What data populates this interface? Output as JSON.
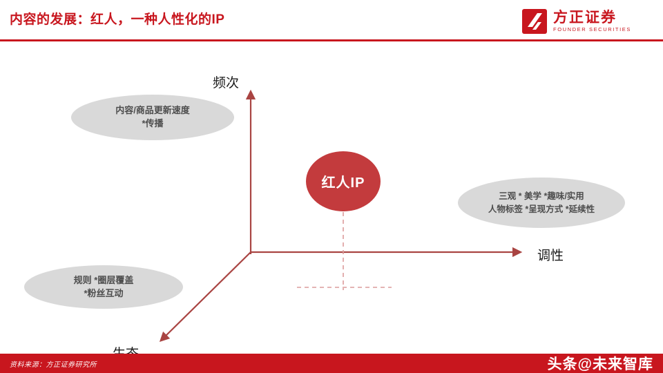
{
  "header": {
    "title": "内容的发展：红人，一种人性化的IP",
    "logo": {
      "name": "方正证券",
      "subtitle": "FOUNDER SECURITIES"
    }
  },
  "diagram": {
    "axes": {
      "vertical_label": "频次",
      "horizontal_label": "调性",
      "diagonal_label": "生态"
    },
    "center_bubble": "红人IP",
    "notes": [
      {
        "lines": [
          "内容/商品更新速度",
          "*传播"
        ]
      },
      {
        "lines": [
          "三观 * 美学 *趣味/实用",
          "人物标签 *呈现方式 *延续性"
        ]
      },
      {
        "lines": [
          "规则 *圈层覆盖",
          "*粉丝互动"
        ]
      }
    ]
  },
  "footer": {
    "source": "资料来源：方正证券研究所",
    "watermark": "头条@未来智库"
  },
  "colors": {
    "brand_red": "#c8161e",
    "axis_red": "#a94442",
    "dashed_red": "#dc9b9b",
    "bubble_red": "#c33b3d",
    "note_gray": "#d9d9d9"
  }
}
